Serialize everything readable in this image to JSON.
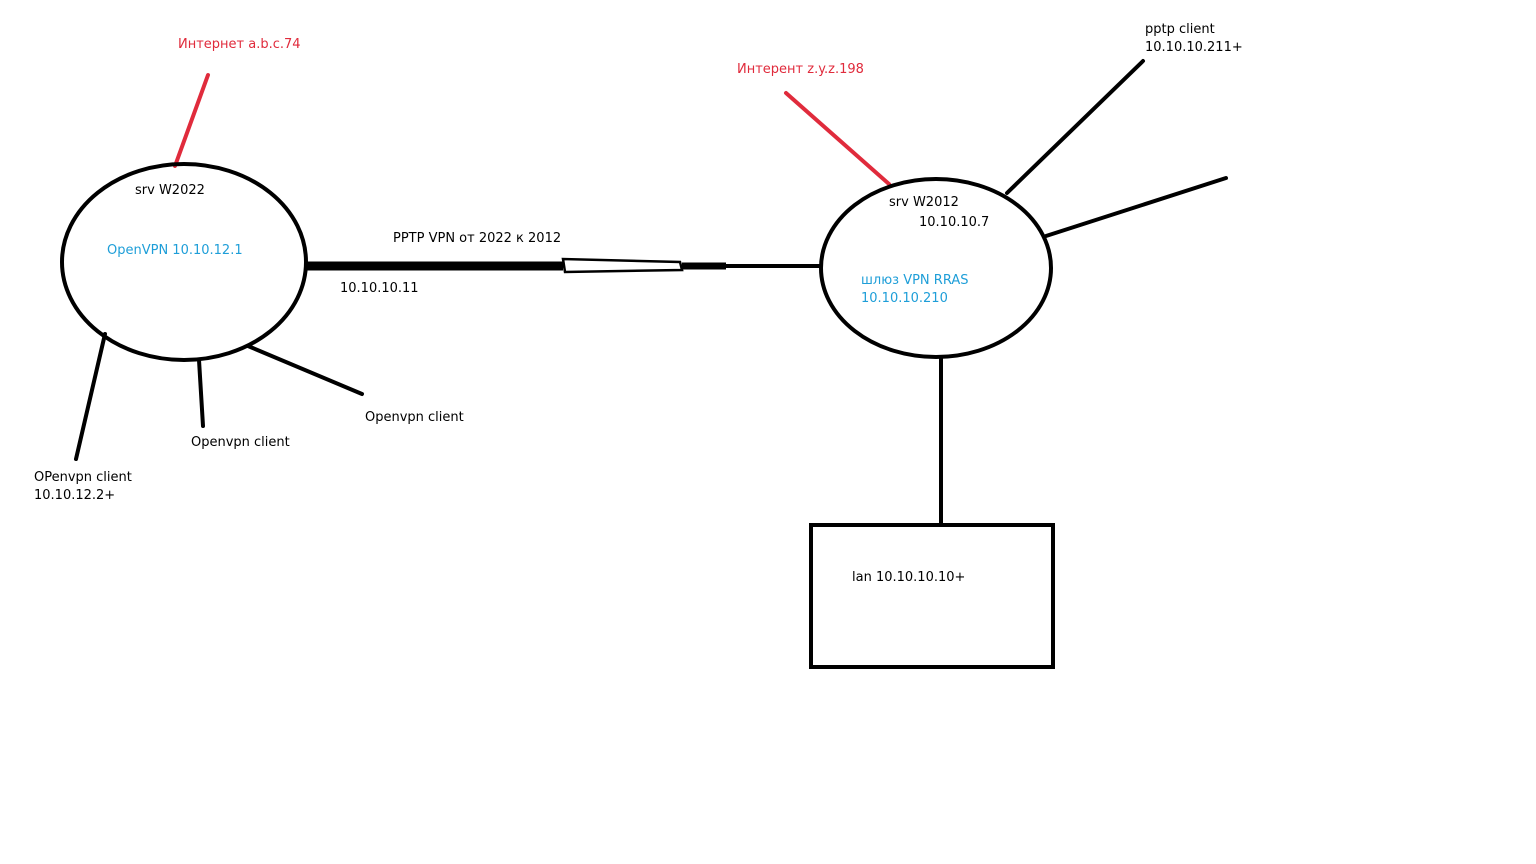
{
  "colors": {
    "ink": "#000000",
    "internet": "#e02b3c",
    "vpn": "#1e9ed8",
    "background": "#ffffff"
  },
  "left_server": {
    "internet_label": "Интернет a.b.c.74",
    "name": "srv W2022",
    "service": "OpenVPN 10.10.12.1",
    "tunnel_ip": "10.10.10.11",
    "clients": [
      {
        "line1": "OPenvpn client",
        "line2": "10.10.12.2+"
      },
      {
        "line1": "Openvpn client"
      },
      {
        "line1": "Openvpn client"
      }
    ]
  },
  "tunnel": {
    "label": "PPTP VPN от 2022 к 2012"
  },
  "right_server": {
    "internet_label": "Интерент z.y.z.198",
    "name": "srv W2012",
    "ip": "10.10.10.7",
    "service_line1": "шлюз VPN RRAS",
    "service_line2": "10.10.10.210",
    "pptp_client_line1": "pptp client",
    "pptp_client_line2": "10.10.10.211+"
  },
  "lan": {
    "label": "lan 10.10.10.10+"
  }
}
